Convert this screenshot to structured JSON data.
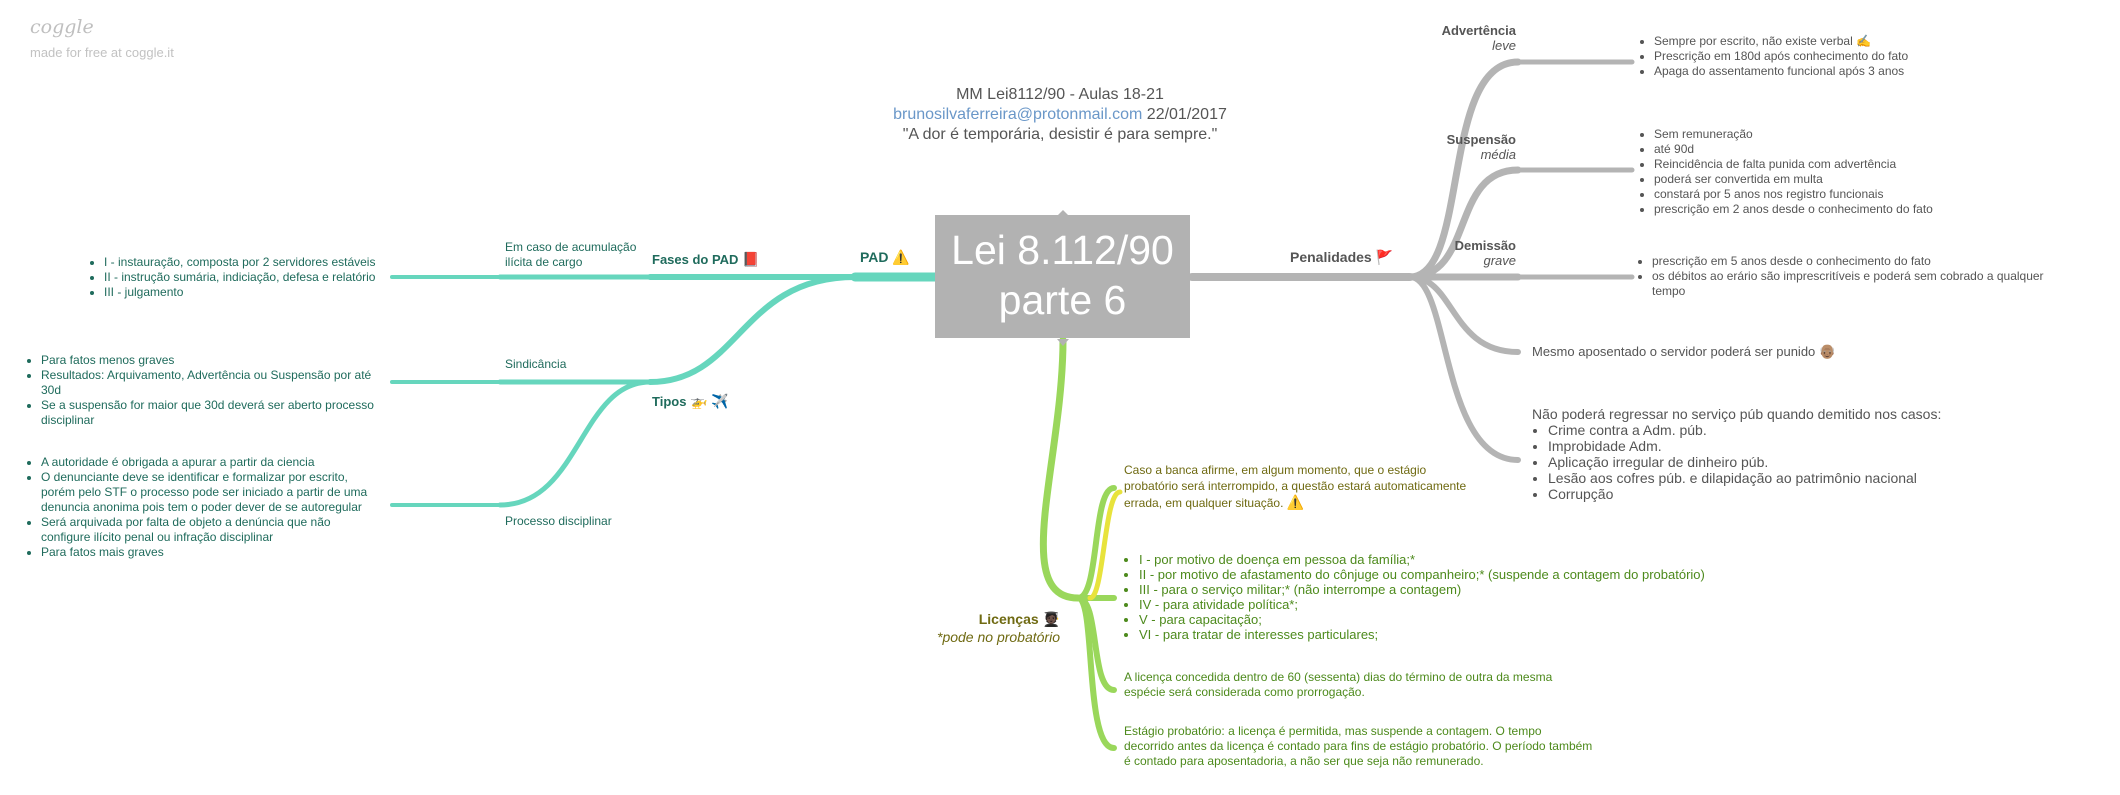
{
  "brand": {
    "logo": "coggle",
    "tagline": "made for free at coggle.it"
  },
  "header": {
    "line1": "MM Lei8112/90 - Aulas 18-21",
    "email": "brunosilvaferreira@protonmail.com",
    "date": " 22/01/2017",
    "quote": "\"A dor é temporária, desistir é para sempre.\""
  },
  "central": {
    "line1": "Lei 8.112/90",
    "line2": "parte 6"
  },
  "colors": {
    "teal": "#66d6bd",
    "gray": "#b4b4b4",
    "green": "#9ad75b",
    "yellow": "#e8e33c",
    "central": "#b2b2b2"
  },
  "pad": {
    "label": "PAD",
    "emoji": "⚠️",
    "fases": {
      "label": "Fases do PAD",
      "emoji": "📕",
      "note": "Em caso de acumulação ilícita de cargo",
      "items": [
        "I - instauração, composta por 2 servidores estáveis",
        "II - instrução sumária, indiciação, defesa e relatório",
        "III - julgamento"
      ]
    },
    "tipos": {
      "label": "Tipos",
      "emoji": "🚁 ✈️",
      "sindicancia": {
        "label": "Sindicância",
        "items": [
          "Para fatos menos graves",
          "Resultados: Arquivamento, Advertência ou Suspensão por até 30d",
          "Se a suspensão for maior que 30d deverá ser aberto processo disciplinar"
        ]
      },
      "processo": {
        "label": "Processo disciplinar",
        "items": [
          "A autoridade é obrigada a apurar a partir da ciencia",
          "O denunciante deve se identificar e formalizar por escrito, porém pelo STF o processo pode ser iniciado a partir de uma denuncia anonima pois tem o poder dever de se autoregular",
          "Será arquivada por falta de objeto a denúncia que não configure ilícito penal ou infração disciplinar",
          "Para fatos mais graves"
        ]
      }
    }
  },
  "penalidades": {
    "label": "Penalidades",
    "emoji": "🚩",
    "advertencia": {
      "label": "Advertência",
      "sub": "leve",
      "items": [
        "Sempre por escrito, não existe verbal ✍️",
        "Prescrição em 180d após conhecimento do fato",
        "Apaga do assentamento funcional após 3 anos"
      ]
    },
    "suspensao": {
      "label": "Suspensão",
      "sub": "média",
      "items": [
        "Sem remuneração",
        "até 90d",
        "Reincidência de falta punida com advertência",
        "poderá ser convertida em multa",
        "constará por 5 anos nos registro funcionais",
        "prescrição em 2 anos desde o conhecimento do fato"
      ]
    },
    "demissao": {
      "label": "Demissão",
      "sub": "grave",
      "items": [
        "prescrição em 5 anos desde o conhecimento do fato",
        "os débitos ao erário são imprescritíveis e poderá sem cobrado a qualquer tempo"
      ]
    },
    "aposentado": {
      "text": "Mesmo aposentado o servidor poderá ser punido",
      "emoji": "👴🏽"
    },
    "regressar": {
      "title": "Não poderá regressar no serviço púb quando demitido nos casos:",
      "items": [
        "Crime contra a Adm. púb.",
        "Improbidade Adm.",
        "Aplicação irregular de dinheiro púb.",
        "Lesão aos cofres púb. e dilapidação ao patrimônio nacional",
        "Corrupção"
      ]
    }
  },
  "licencas": {
    "label": "Licenças",
    "emoji": "🧑🏿‍🎓",
    "sub": "*pode no probatório",
    "banca": {
      "text": "Caso a banca afirme, em algum momento, que o estágio probatório será interrompido, a questão estará automaticamente errada, em qualquer situação.",
      "emoji": "⚠️"
    },
    "items": [
      "I - por motivo de doença em pessoa da família;*",
      "II - por motivo de afastamento do cônjuge ou companheiro;* (suspende a contagem do probatório)",
      "III - para o serviço militar;* (não interrompe a contagem)",
      "IV - para atividade política*;",
      "V - para capacitação;",
      "VI - para tratar de interesses particulares;"
    ],
    "prorrogacao": "A licença concedida dentro de 60 (sessenta) dias do término de outra da mesma espécie será considerada como prorrogação.",
    "estagio": "Estágio probatório: a licença é permitida, mas suspende a contagem. O tempo decorrido antes da licença é contado para fins de estágio probatório. O período também é contado para aposentadoria, a não ser que seja não remunerado."
  }
}
